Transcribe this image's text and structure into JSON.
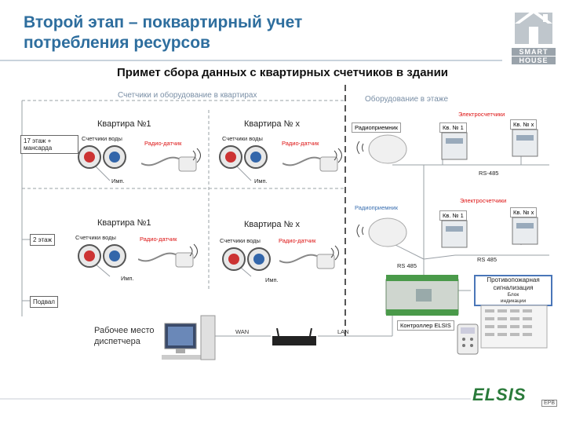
{
  "header": {
    "title_line1": "Второй этап – поквартирный учет",
    "title_line2": "потребления ресурсов",
    "subtitle": "Примет сбора данных с квартирных счетчиков в здании"
  },
  "sections": {
    "left": "Счетчики и оборудование в квартирах",
    "right": "Оборудование в этаже"
  },
  "floors": {
    "top": "17 этаж + мансарда",
    "second": "2 этаж",
    "basement": "Подвал"
  },
  "apartments": {
    "a1": "Квартира №1",
    "ax": "Квартира № х",
    "water": "Счетчики воды",
    "radio": "Радио-датчик",
    "pulse": "Имп."
  },
  "floor_equipment": {
    "receiver": "Радиоприемник",
    "electric": "Электросчетчики",
    "kv1": "Кв. № 1",
    "kvx": "Кв. № х",
    "rs485": "RS-485",
    "rs485b": "RS 485",
    "rs485c": "RS 485"
  },
  "basement": {
    "dispatcher_line1": "Рабочее место",
    "dispatcher_line2": "диспетчера",
    "wan": "WAN",
    "lan": "LAN",
    "controller": "Контроллер ELSIS",
    "fire_line1": "Противопожарная",
    "fire_line2": "сигнализация",
    "fire_line3": "Блок",
    "fire_line4": "индикации"
  },
  "logos": {
    "smart_line1": "SMART",
    "smart_line2": "HOUSE",
    "elsis": "ELSIS",
    "elsis_sub": "EPB"
  },
  "colors": {
    "title": "#2e6e9e",
    "accent_red": "#d11111",
    "accent_blue": "#3a6fb0",
    "fire_border": "#4a76b8"
  }
}
